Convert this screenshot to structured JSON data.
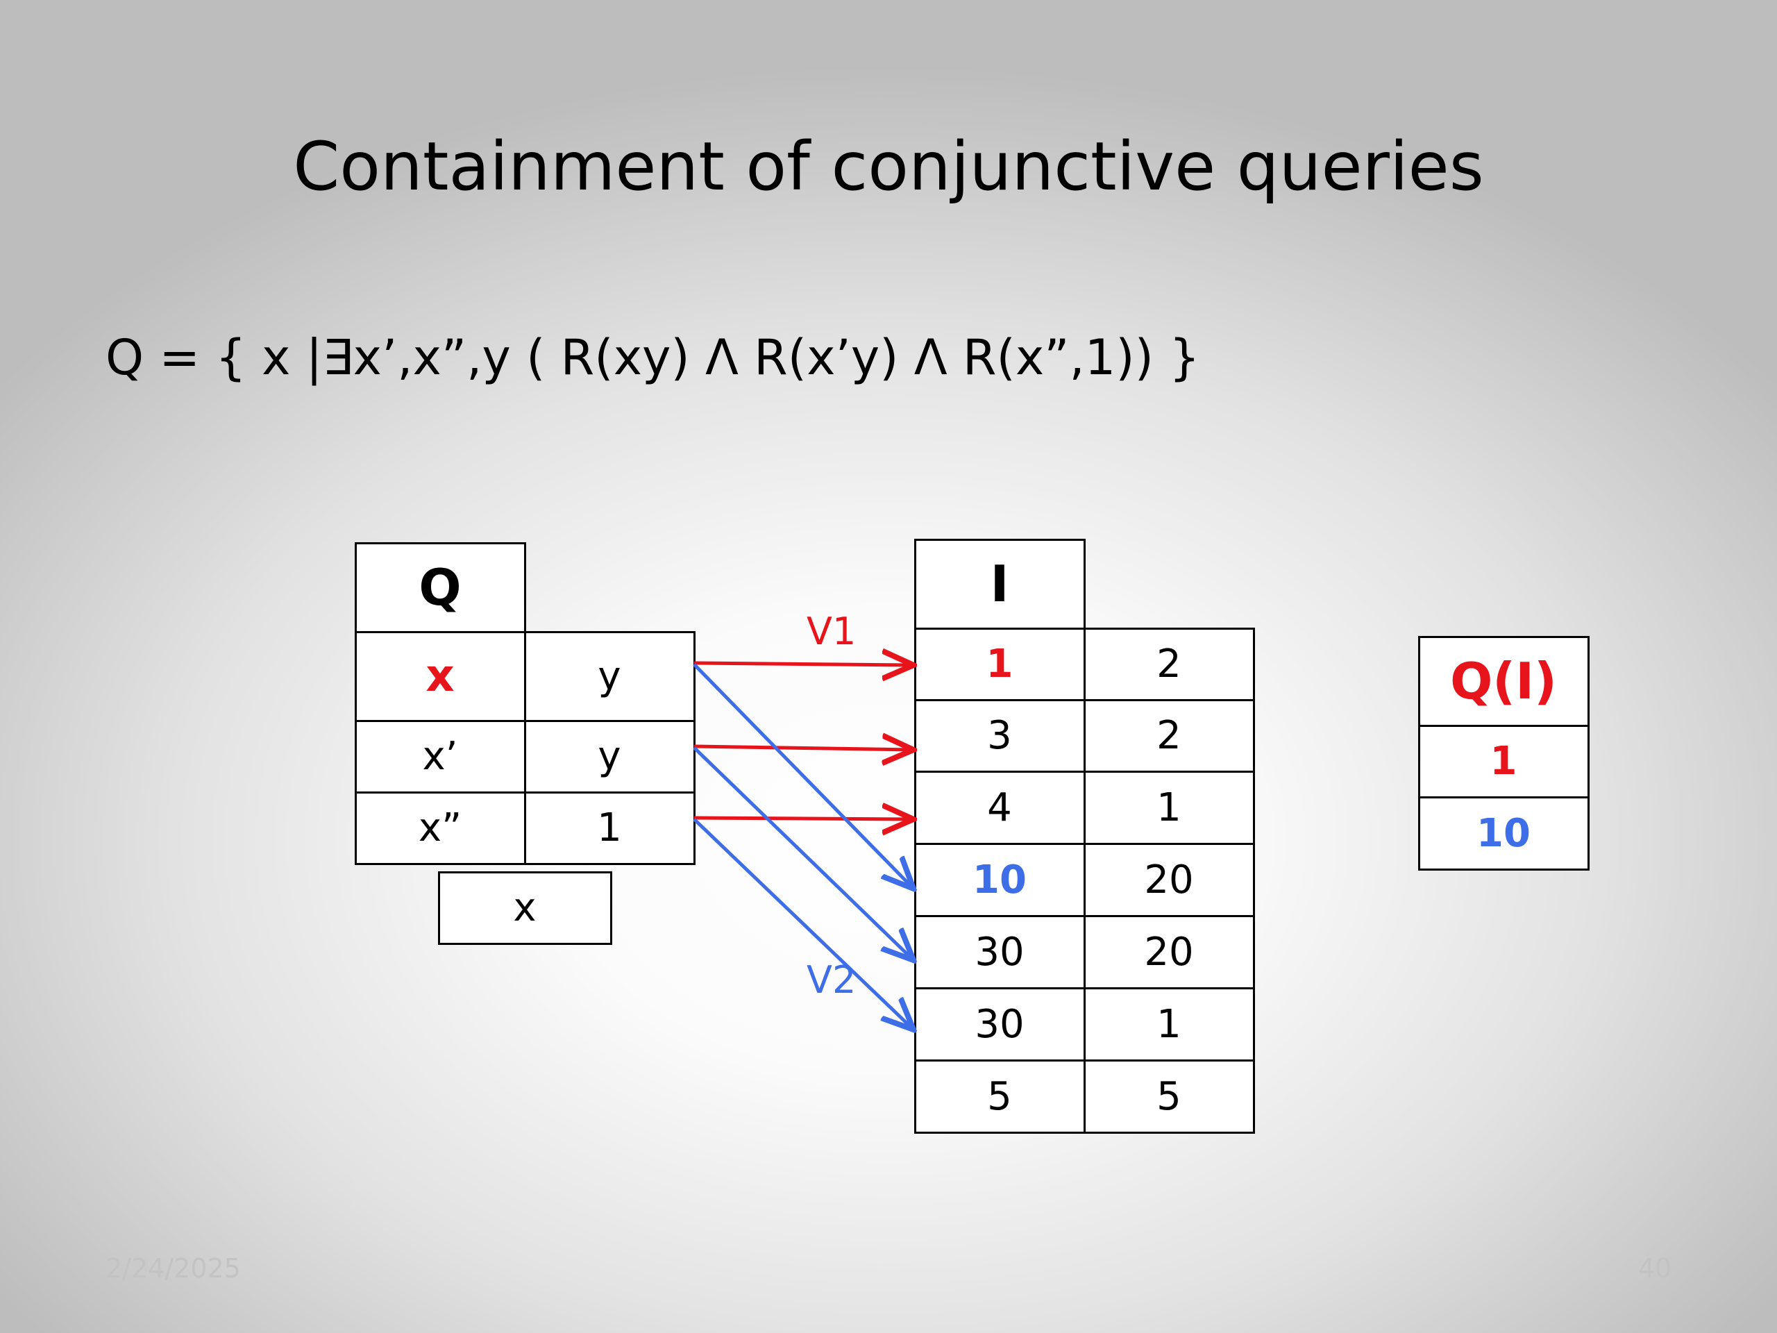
{
  "slide": {
    "title": "Containment of conjunctive queries",
    "formula": "Q = { x |∃x’,x”,y ( R(xy) Λ R(x’y) Λ R(x”,1)) }",
    "footer_date": "2/24/2025",
    "page_number": "40"
  },
  "query_table": {
    "header": "Q",
    "rows": [
      [
        "x",
        "y"
      ],
      [
        "x’",
        "y"
      ],
      [
        "x”",
        "1"
      ]
    ],
    "head_var": "x"
  },
  "instance_table": {
    "header": "I",
    "rows": [
      [
        "1",
        "2"
      ],
      [
        "3",
        "2"
      ],
      [
        "4",
        "1"
      ],
      [
        "10",
        "20"
      ],
      [
        "30",
        "20"
      ],
      [
        "30",
        "1"
      ],
      [
        "5",
        "5"
      ]
    ]
  },
  "result_table": {
    "header": "Q(I)",
    "rows": [
      "1",
      "10"
    ]
  },
  "mappings": {
    "v1_label": "V1",
    "v2_label": "V2",
    "v1_color": "#e8141c",
    "v2_color": "#3d6ee8",
    "v1_edges": [
      [
        0,
        0
      ],
      [
        1,
        1
      ],
      [
        2,
        2
      ]
    ],
    "v2_edges": [
      [
        0,
        3
      ],
      [
        1,
        4
      ],
      [
        2,
        5
      ]
    ]
  }
}
